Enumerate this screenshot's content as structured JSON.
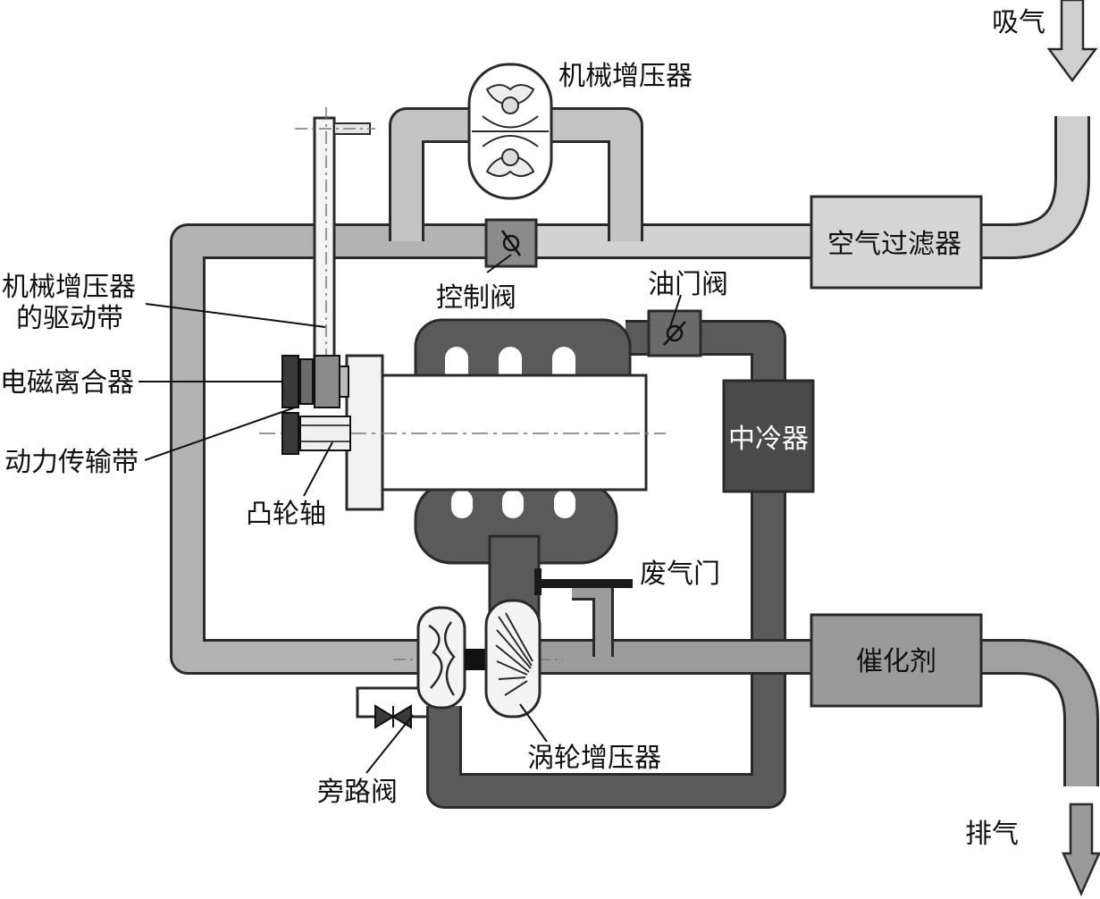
{
  "labels": {
    "intake": "吸气",
    "exhaust": "排气",
    "supercharger": "机械增压器",
    "air_filter": "空气过滤器",
    "control_valve": "控制阀",
    "throttle_valve": "油门阀",
    "sc_belt_line1": "机械增压器",
    "sc_belt_line2": "的驱动带",
    "em_clutch": "电磁离合器",
    "power_belt": "动力传输带",
    "camshaft": "凸轮轴",
    "intercooler": "中冷器",
    "wastegate": "废气门",
    "catalyst": "催化剂",
    "turbocharger": "涡轮增压器",
    "bypass_valve": "旁路阀"
  },
  "colors": {
    "light_pipe": "#c9c9c9",
    "mid_pipe": "#9a9a9a",
    "dark_pipe": "#585858",
    "outline": "#2a2a2a",
    "box_dark": "#4a4a4a",
    "box_light": "#d6d6d6"
  }
}
